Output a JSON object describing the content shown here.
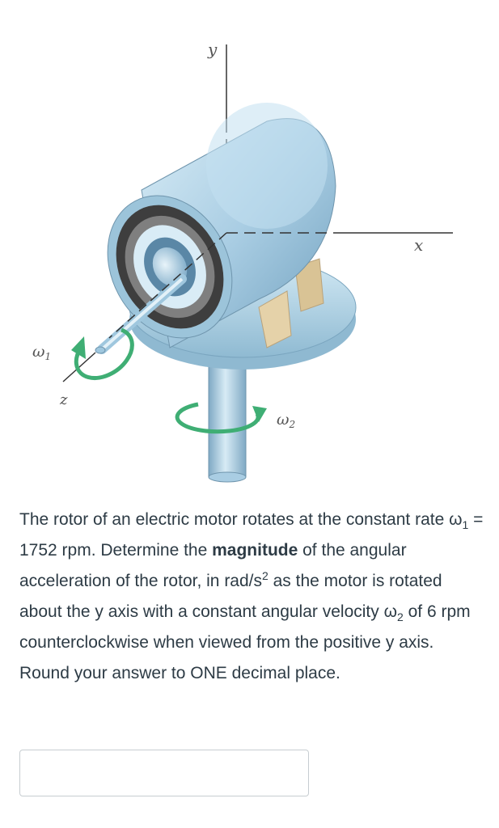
{
  "figure": {
    "label_y": "y",
    "label_x": "x",
    "label_z": "z",
    "label_w1": "ω",
    "label_w1_sub": "1",
    "label_w2": "ω",
    "label_w2_sub": "2"
  },
  "question": {
    "t1": "The rotor of an electric motor rotates at the constant rate ω",
    "t1_sub": "1",
    "t2": " = 1752 rpm. Determine the ",
    "bold": "magnitude",
    "t3": " of the angular acceleration of the rotor, in rad/s",
    "t3_sup": "2",
    "t4": " as the motor is rotated about the y axis with a constant angular velocity ω",
    "t4_sub": "2",
    "t5": " of 6 rpm counterclockwise when viewed from the positive y axis. Round your answer to ONE decimal place."
  },
  "answer": {
    "value": "",
    "placeholder": ""
  },
  "colors": {
    "rotor_blue": "#a9cde3",
    "base_blue": "#b5d8ea",
    "support_tan": "#e5d2a9",
    "arrow_green": "#3fae74"
  }
}
